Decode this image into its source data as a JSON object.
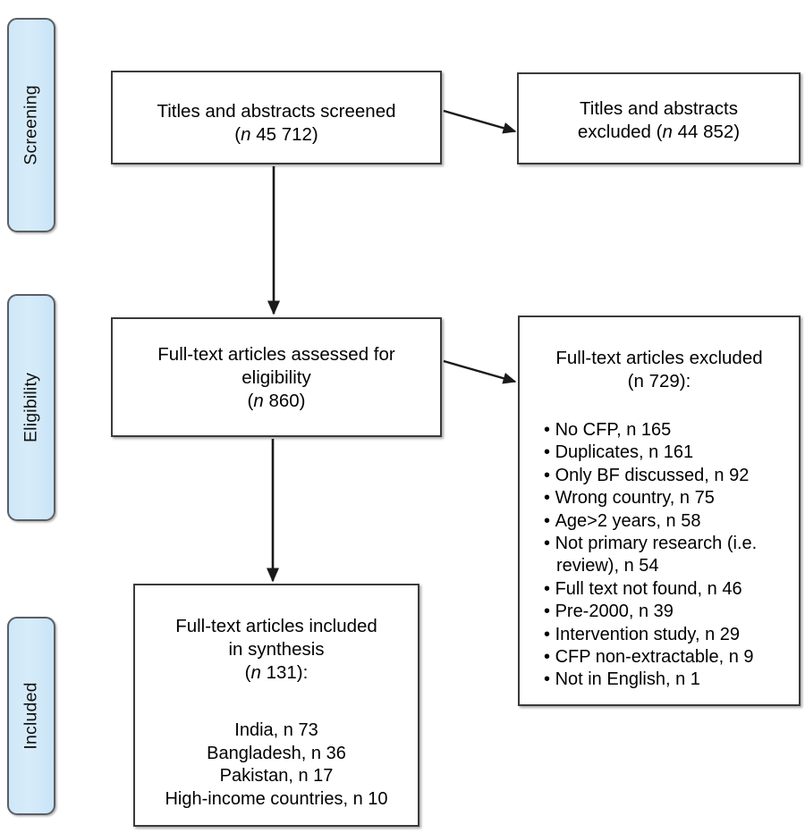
{
  "figure": {
    "type": "prisma-flow-diagram",
    "stages": [
      {
        "id": "screening",
        "label": "Screening"
      },
      {
        "id": "eligibility",
        "label": "Eligibility"
      },
      {
        "id": "included",
        "label": "Included"
      }
    ],
    "colors": {
      "pill_fill": "#d2e8f8",
      "pill_border": "#5a5f66",
      "box_border": "#3a3a3a",
      "box_fill": "#ffffff",
      "arrow": "#1a1a1a",
      "background": "#ffffff"
    }
  },
  "boxes": {
    "screened": {
      "line1": "Titles and abstracts screened",
      "line2_pre": "(",
      "line2_n": "n",
      "line2_post": " 45 712)"
    },
    "excluded_titles": {
      "line1": "Titles and abstracts",
      "line2_pre": "excluded (",
      "line2_n": "n",
      "line2_post": " 44 852)"
    },
    "fulltext_assessed": {
      "line1": "Full-text articles assessed for",
      "line2": "eligibility",
      "line3_pre": "(",
      "line3_n": "n",
      "line3_post": " 860)"
    },
    "fulltext_excluded": {
      "line1": "Full-text articles excluded",
      "line2_pre": "(",
      "line2_n": "n",
      "line2_post": " 729):",
      "reasons": [
        {
          "label": "No CFP, ",
          "n": "n",
          "count": " 165"
        },
        {
          "label": "Duplicates, ",
          "n": "n",
          "count": " 161"
        },
        {
          "label": "Only BF discussed, ",
          "n": "n",
          "count": " 92"
        },
        {
          "label": "Wrong country, ",
          "n": "n",
          "count": " 75"
        },
        {
          "label": "Age>2 years, ",
          "n": "n",
          "count": " 58"
        },
        {
          "label": "Not primary research (i.e. review), ",
          "n": "n",
          "count": " 54"
        },
        {
          "label": "Full text not found, ",
          "n": "n",
          "count": " 46"
        },
        {
          "label": "Pre-2000, ",
          "n": "n",
          "count": " 39"
        },
        {
          "label": "Intervention study, ",
          "n": "n",
          "count": " 29"
        },
        {
          "label": "CFP non-extractable, ",
          "n": "n",
          "count": " 9"
        },
        {
          "label": "Not in English, ",
          "n": "n",
          "count": " 1"
        }
      ]
    },
    "included": {
      "line1": "Full-text articles included",
      "line2": "in synthesis",
      "line3_pre": "(",
      "line3_n": "n",
      "line3_post": " 131):",
      "countries": [
        {
          "label": "India, ",
          "n": "n",
          "count": " 73"
        },
        {
          "label": "Bangladesh, ",
          "n": "n",
          "count": " 36"
        },
        {
          "label": "Pakistan, ",
          "n": "n",
          "count": " 17"
        },
        {
          "label": "High-income countries, ",
          "n": "n",
          "count": " 10"
        }
      ]
    }
  }
}
